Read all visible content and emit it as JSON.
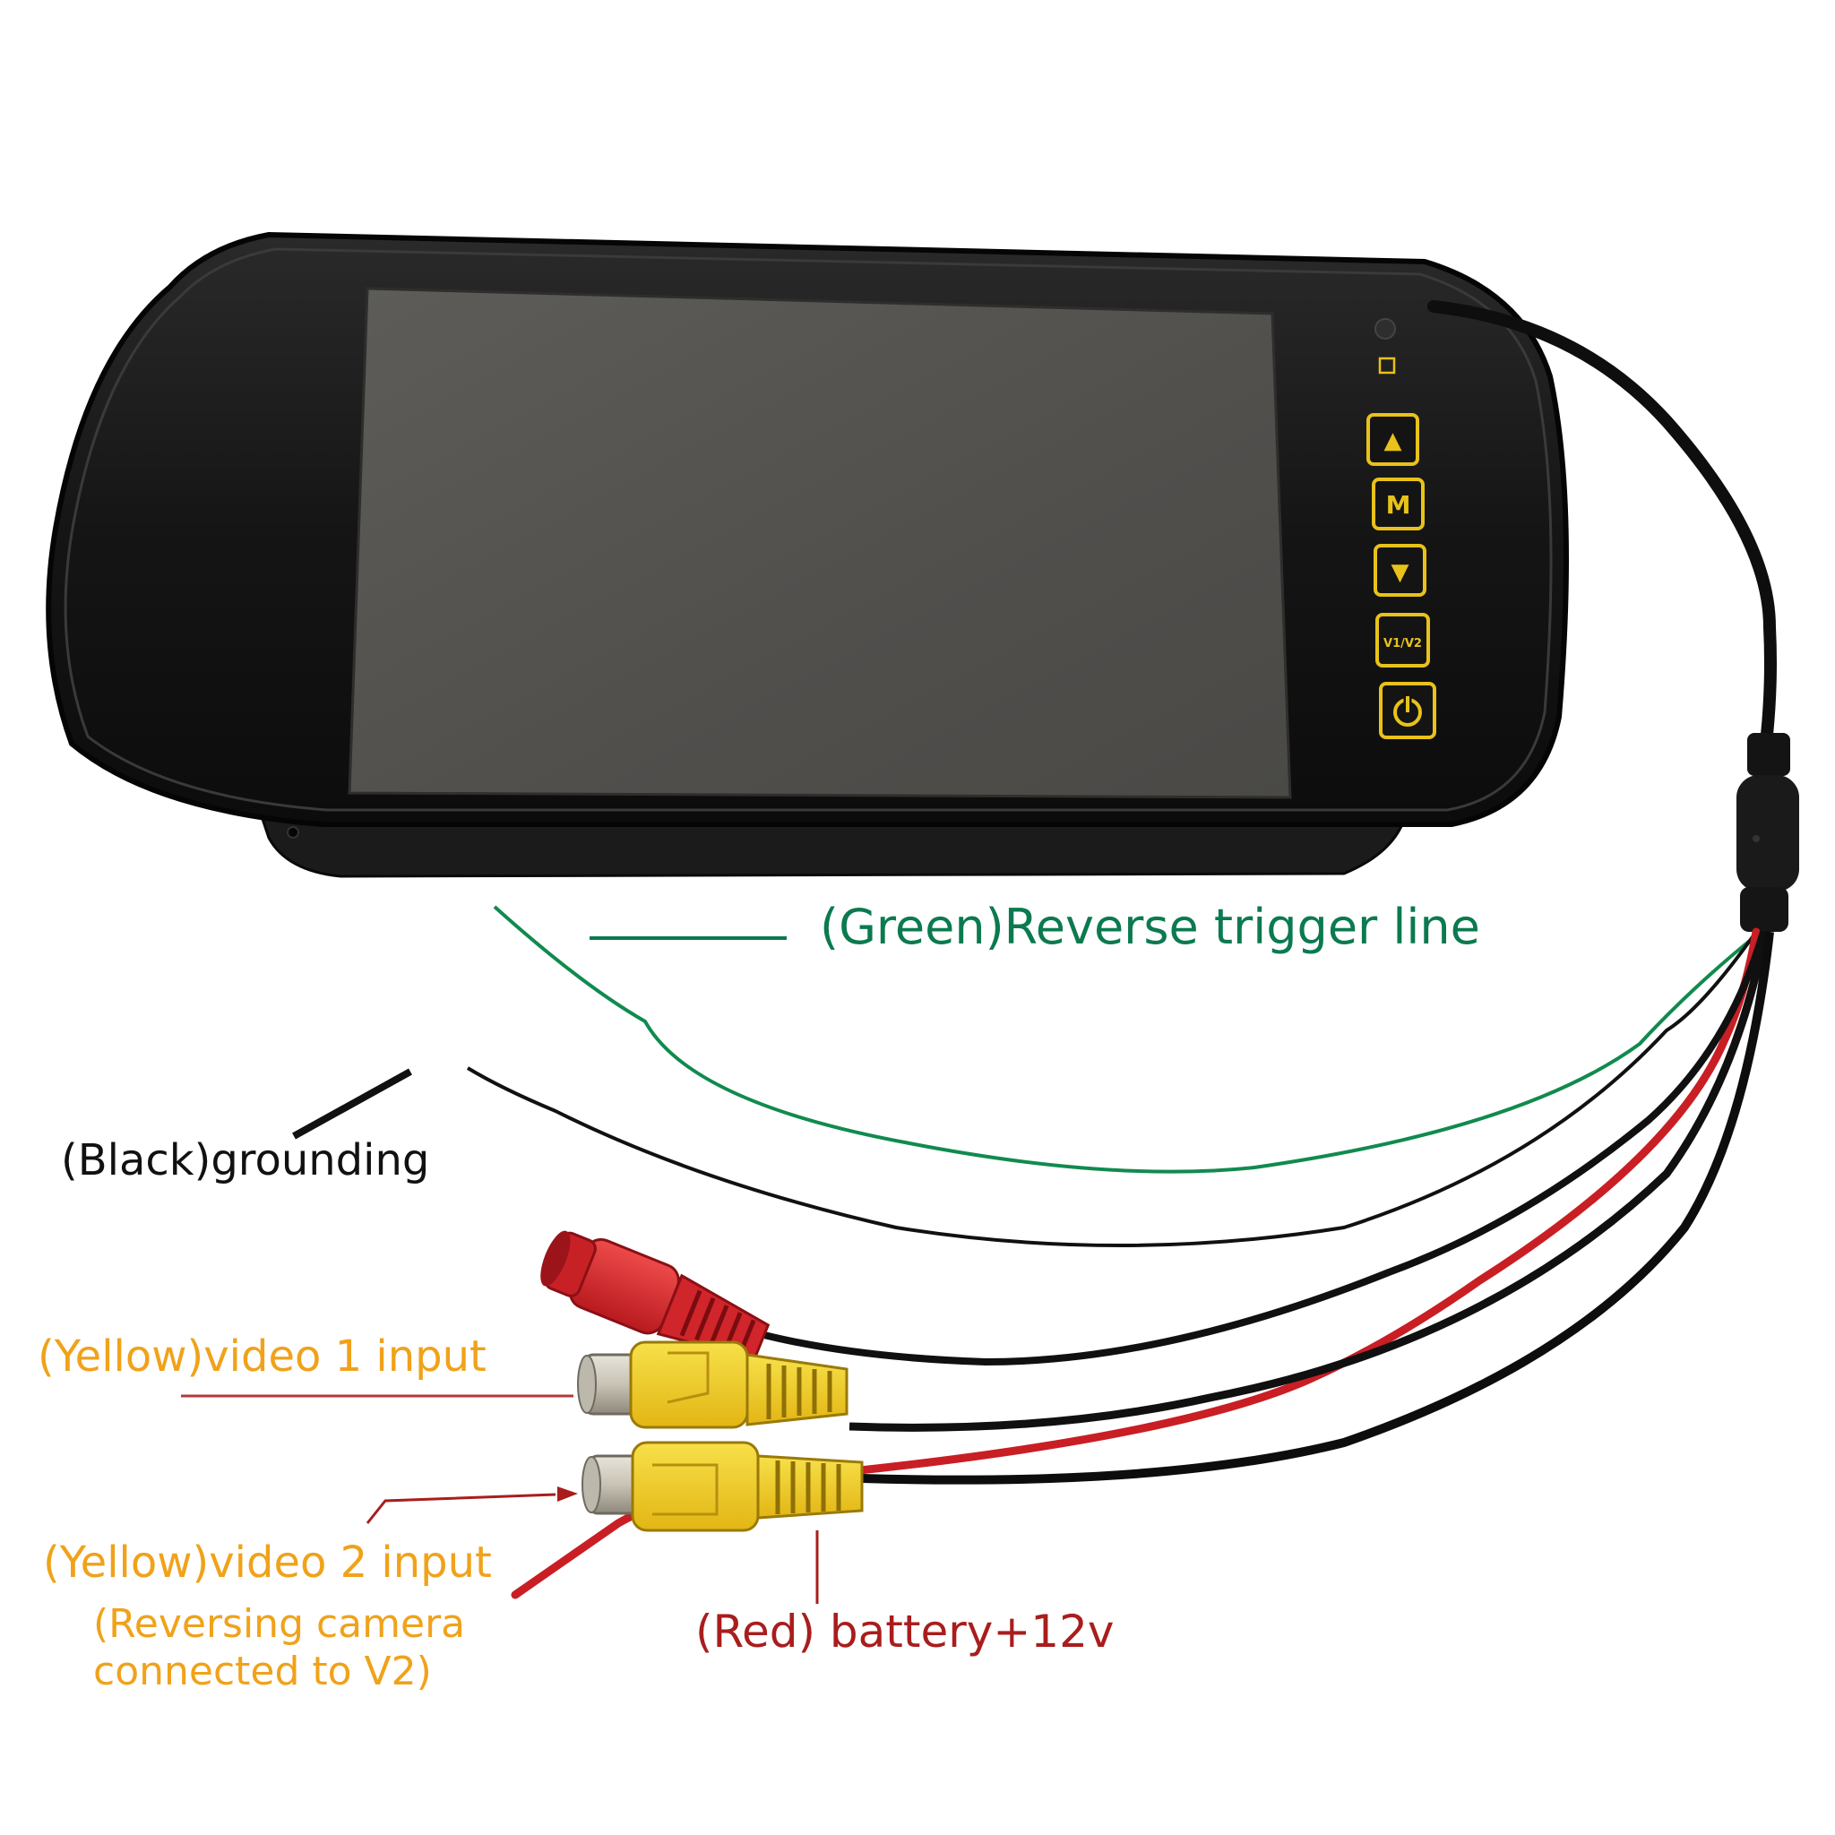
{
  "labels": {
    "green": "(Green)Reverse trigger line",
    "black": "(Black)grounding",
    "video1": "(Yellow)video 1 input",
    "video2": "(Yellow)video 2 input",
    "video2_note_line1": "(Reversing camera",
    "video2_note_line2": "connected to V2)",
    "red": "(Red) battery+12v"
  },
  "buttons": {
    "up": "▲",
    "menu": "M",
    "down": "▼",
    "source": "V1/V2",
    "power": "⏻"
  },
  "colors": {
    "green": "#0b7a4f",
    "black": "#111111",
    "yellow": "#f0a21a",
    "red": "#a91d1d",
    "button": "#e8c21a",
    "bezel": "#1c1c1c",
    "screen": "#555553",
    "connector_red": "#d8262c",
    "connector_yellow": "#f2d21b"
  }
}
